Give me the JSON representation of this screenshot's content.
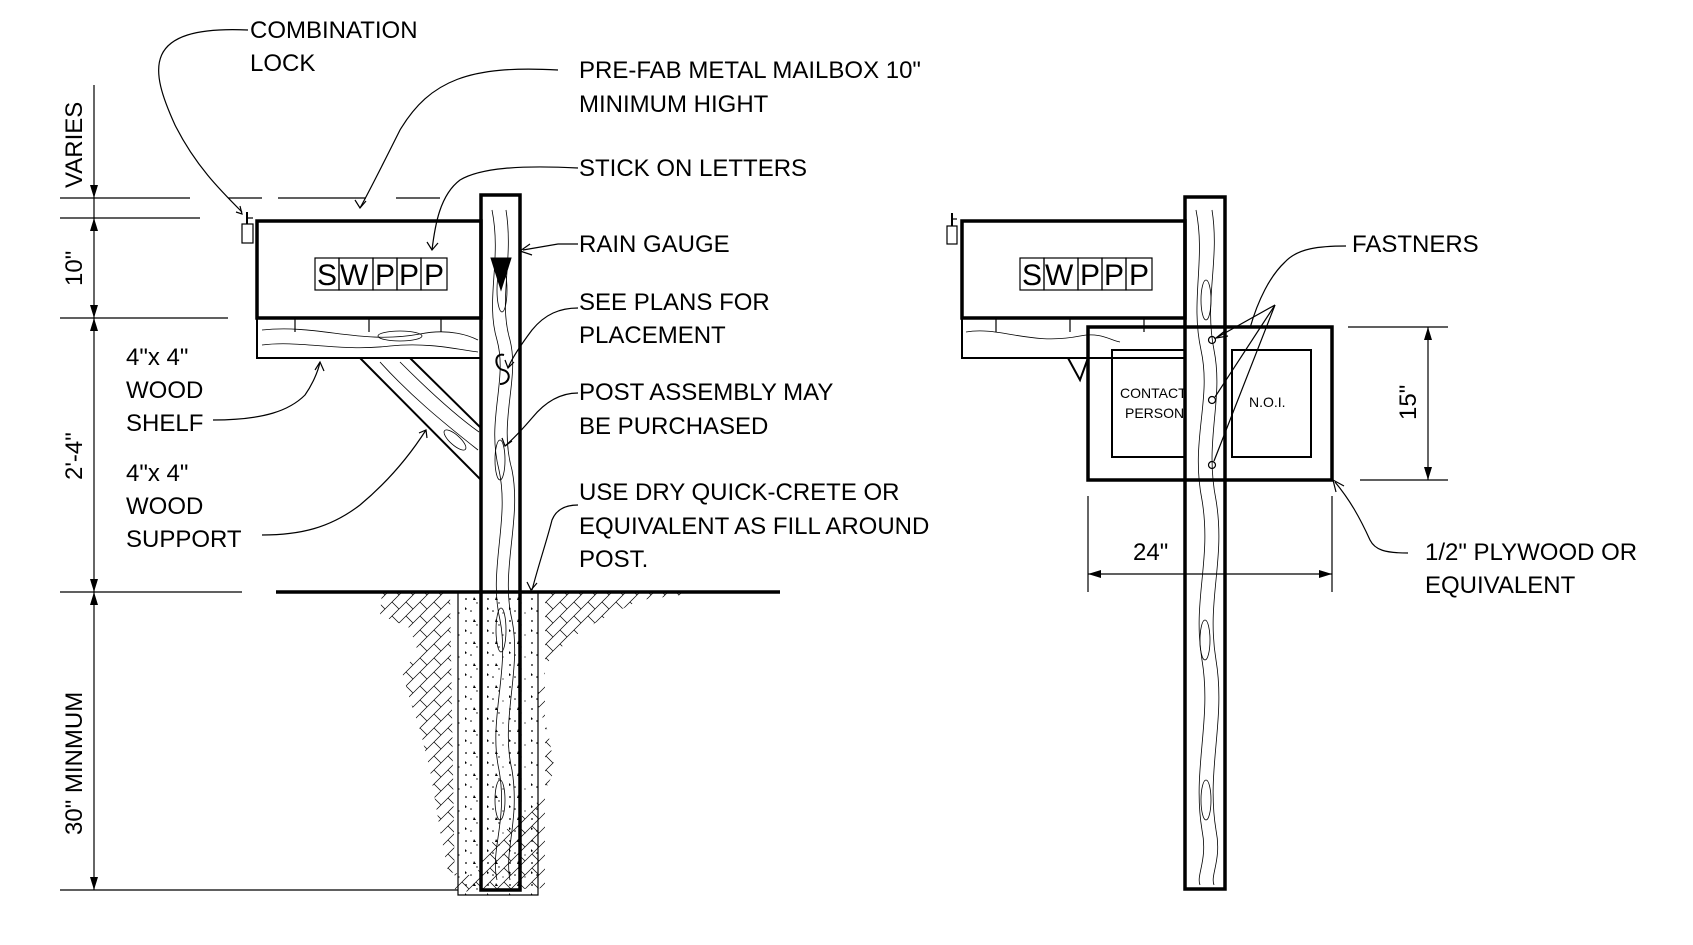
{
  "notes": {
    "combination_lock": [
      "COMBINATION",
      "LOCK"
    ],
    "mailbox": [
      "PRE-FAB METAL MAILBOX 10\"",
      "MINIMUM HIGHT"
    ],
    "stick_on_letters": "STICK ON LETTERS",
    "rain_gauge": "RAIN GAUGE",
    "see_plans": [
      "SEE PLANS FOR",
      "PLACEMENT"
    ],
    "post_assembly": [
      "POST ASSEMBLY MAY",
      "BE PURCHASED"
    ],
    "quick_crete": [
      "USE DRY QUICK-CRETE OR",
      "EQUIVALENT AS FILL AROUND",
      "POST."
    ],
    "wood_shelf": [
      "4\"x 4\"",
      "WOOD",
      "SHELF"
    ],
    "wood_support": [
      "4\"x 4\"",
      "WOOD",
      "SUPPORT"
    ],
    "fastners": "FASTNERS",
    "plywood": [
      "1/2\" PLYWOOD OR",
      "EQUIVALENT"
    ]
  },
  "dimensions": {
    "varies": "VARIES",
    "ten_in": "10\"",
    "two_four": "2'-4\"",
    "thirty_min": "30\" MINMUM",
    "fifteen_in": "15\"",
    "twentyfour_in": "24\""
  },
  "mailbox_letters": [
    "S",
    "W",
    "P",
    "P",
    "P"
  ],
  "board": {
    "contact": [
      "CONTACT",
      "PERSON"
    ],
    "noi": "N.O.I."
  }
}
